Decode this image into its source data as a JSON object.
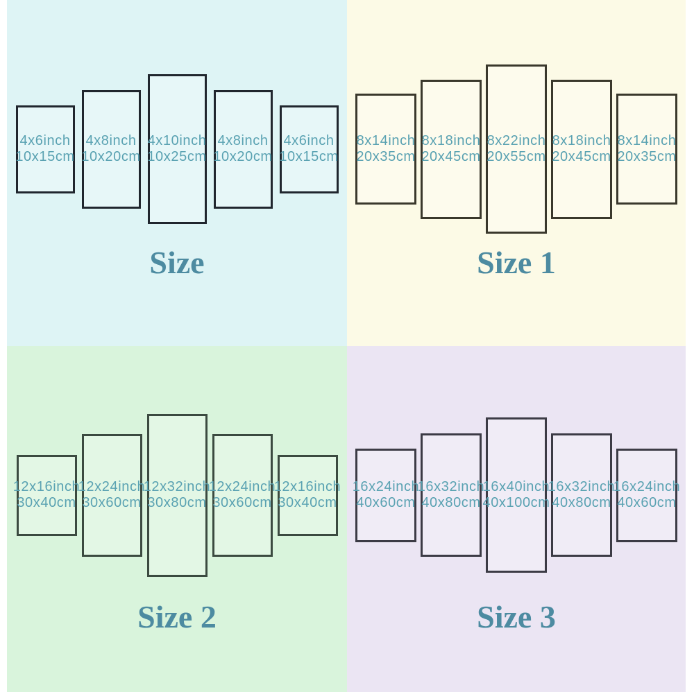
{
  "colors": {
    "panel_text": "#5aa2b2",
    "title_text": "#4d8ba1"
  },
  "quadrants": [
    {
      "title": "Size",
      "bg": "#def4f5",
      "border": "#20262e",
      "panels": [
        {
          "inch": "4x6inch",
          "cm": "10x15cm"
        },
        {
          "inch": "4x8inch",
          "cm": "10x20cm"
        },
        {
          "inch": "4x10inch",
          "cm": "10x25cm"
        },
        {
          "inch": "4x8inch",
          "cm": "10x20cm"
        },
        {
          "inch": "4x6inch",
          "cm": "10x15cm"
        }
      ]
    },
    {
      "title": "Size 1",
      "bg": "#fcfae6",
      "border": "#3a382c",
      "panels": [
        {
          "inch": "8x14inch",
          "cm": "20x35cm"
        },
        {
          "inch": "8x18inch",
          "cm": "20x45cm"
        },
        {
          "inch": "8x22inch",
          "cm": "20x55cm"
        },
        {
          "inch": "8x18inch",
          "cm": "20x45cm"
        },
        {
          "inch": "8x14inch",
          "cm": "20x35cm"
        }
      ]
    },
    {
      "title": "Size 2",
      "bg": "#d9f4dc",
      "border": "#3b4a40",
      "panels": [
        {
          "inch": "12x16inch",
          "cm": "30x40cm"
        },
        {
          "inch": "12x24inch",
          "cm": "30x60cm"
        },
        {
          "inch": "12x32inch",
          "cm": "30x80cm"
        },
        {
          "inch": "12x24inch",
          "cm": "30x60cm"
        },
        {
          "inch": "12x16inch",
          "cm": "30x40cm"
        }
      ]
    },
    {
      "title": "Size 3",
      "bg": "#ebe5f3",
      "border": "#3c3b45",
      "panels": [
        {
          "inch": "16x24inch",
          "cm": "40x60cm"
        },
        {
          "inch": "16x32inch",
          "cm": "40x80cm"
        },
        {
          "inch": "16x40inch",
          "cm": "40x100cm"
        },
        {
          "inch": "16x32inch",
          "cm": "40x80cm"
        },
        {
          "inch": "16x24inch",
          "cm": "40x60cm"
        }
      ]
    }
  ]
}
